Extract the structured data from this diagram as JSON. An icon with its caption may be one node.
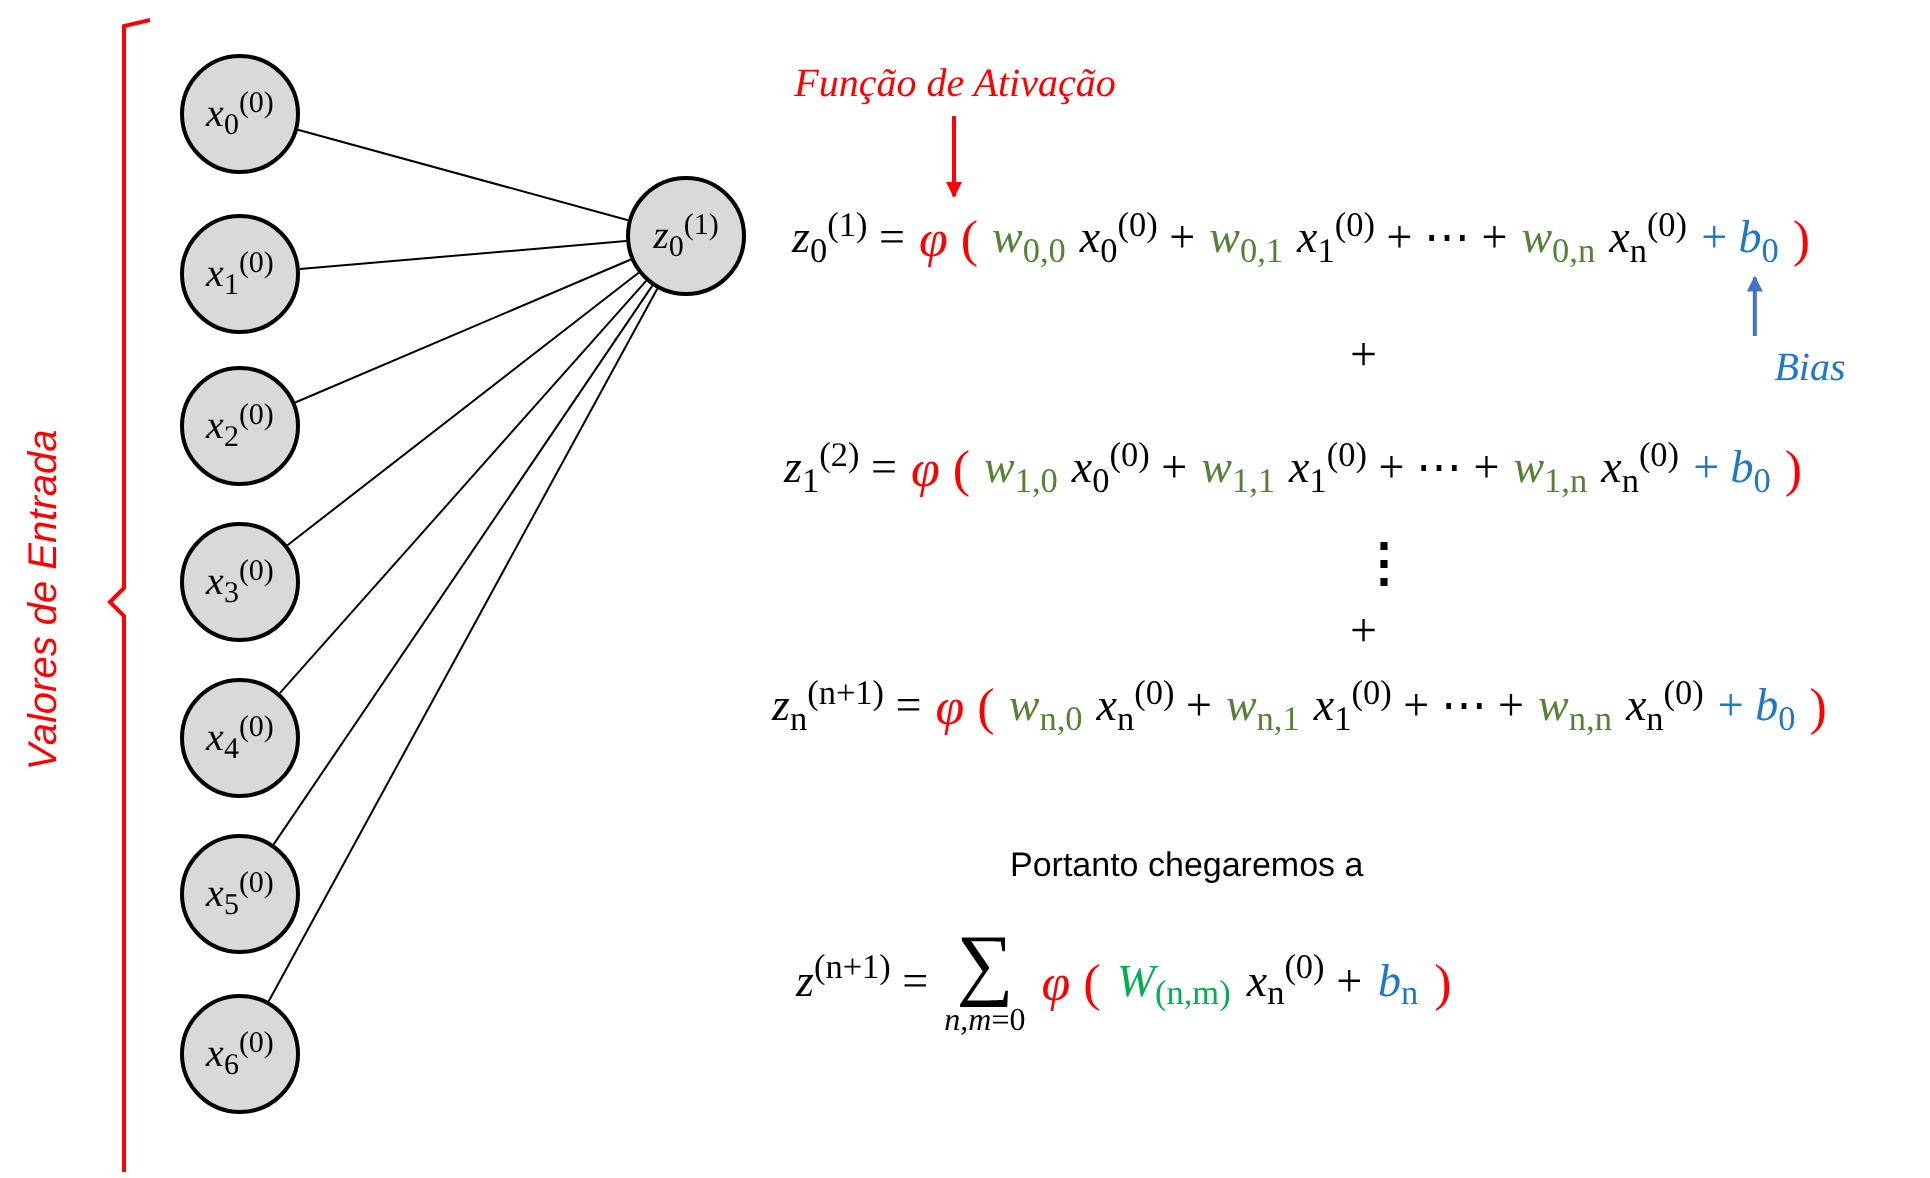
{
  "diagram": {
    "nodes": [
      {
        "text": [
          "*x*$_{0}$$^{(0)}$"
        ]
      },
      {
        "text": [
          "*x*$_{1}$$^{(0)}$"
        ]
      },
      {
        "text": [
          "*x*$_{2}$$^{(0)}$"
        ]
      },
      {
        "text": [
          "*x*$_{3}$$^{(0)}$"
        ]
      },
      {
        "text": [
          "*x*$_{4}$$^{(0)}$"
        ]
      },
      {
        "text": [
          "*x*$_{5}$$^{(0)}$"
        ]
      },
      {
        "text": [
          "*x*$_{6}$$^{(0)}$"
        ]
      },
      {
        "text": [
          "*z*$_{0}$$^{(1)}$"
        ]
      },
      {
        "text": [
          "Função de Ativação"
        ]
      },
      {
        "text": [
          "Bias"
        ]
      },
      {
        "text": [
          "*φ* ("
        ]
      },
      {
        "text": [
          "+ *b*$_{0}$"
        ]
      }
    ],
    "edges": [
      {
        "from": 0,
        "to": 7,
        "arrow": "none"
      },
      {
        "from": 1,
        "to": 7,
        "arrow": "none"
      },
      {
        "from": 2,
        "to": 7,
        "arrow": "none"
      },
      {
        "from": 3,
        "to": 7,
        "arrow": "none"
      },
      {
        "from": 4,
        "to": 7,
        "arrow": "none"
      },
      {
        "from": 5,
        "to": 7,
        "arrow": "none"
      },
      {
        "from": 6,
        "to": 7,
        "arrow": "none"
      },
      {
        "from": 8,
        "to": 10,
        "arrow": "to",
        "color": "#ff0000"
      },
      {
        "from": 9,
        "to": 11,
        "arrow": "to",
        "color": "#4472c4"
      }
    ],
    "labels": [
      "Valores de Entrada",
      "*z*$_{0}$$^{(1)}$ =",
      "*w*$_{0,0}$",
      "*x*$_{0}$$^{(0)}$ +",
      "*w*$_{0,1}$",
      "*x*$_{1}$$^{(0)}$ + ⋯ +",
      "*w*$_{0,n}$",
      "*x*$_{n}$$^{(0)}$",
      ")",
      "+",
      "*z*$_{1}$$^{(2)}$ =",
      "*φ* (",
      "*w*$_{1,0}$",
      "*x*$_{0}$$^{(0)}$ +",
      "*w*$_{1,1}$",
      "*x*$_{1}$$^{(0)}$ + ⋯ +",
      "*w*$_{1,n}$",
      "*x*$_{n}$$^{(0)}$",
      "+ *b*$_{0}$",
      ")",
      "⋮",
      "+",
      "*z*$_{n}$$^{(n+1)}$ =",
      "*φ* (",
      "*w*$_{n,0}$",
      "*x*$_{n}$$^{(0)}$ +",
      "*w*$_{n,1}$",
      "*x*$_{1}$$^{(0)}$ + ⋯ +",
      "*w*$_{n,n}$",
      "*x*$_{n}$$^{(0)}$",
      "+ *b*$_{0}$",
      ")",
      "Portanto chegaremos a",
      "*z*$^{(n+1)}$ =",
      "∑",
      "*n*,*m*=0",
      "*φ* (",
      "*W*$_{(n,m)}$",
      "*x*$_{n}$$^{(0)}$ +",
      "*b*$_{n}$",
      ")"
    ]
  }
}
